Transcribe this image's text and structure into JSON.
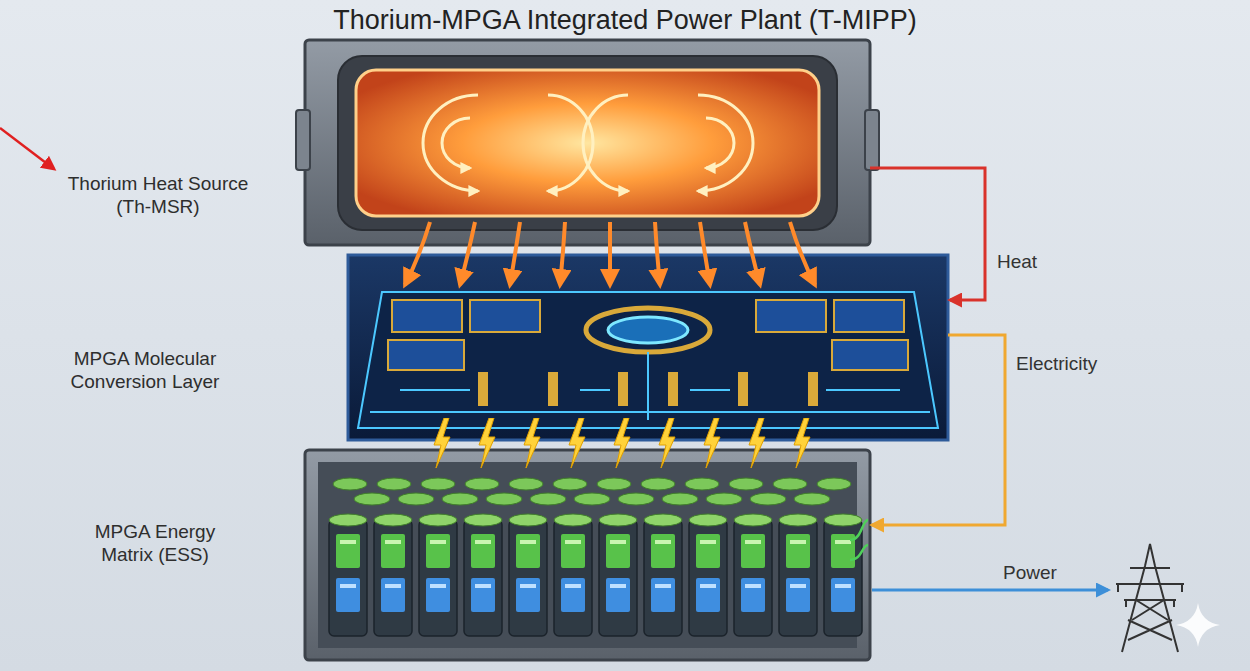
{
  "diagram": {
    "title": "Thorium-MPGA Integrated Power Plant (T-MIPP)",
    "nodes": [
      {
        "text": [
          "Thorium Heat Source (Th-MSR)"
        ]
      },
      {
        "text": [
          "MPGA Molecular Conversion Layer"
        ]
      },
      {
        "text": [
          "MPGA Energy Matrix (ESS)"
        ]
      }
    ],
    "edges": [
      {
        "from": 0,
        "to": 1,
        "label": "Heat",
        "arrow": "to"
      },
      {
        "from": 1,
        "to": 2,
        "label": "Electricity",
        "arrow": "to"
      }
    ],
    "labels": [
      "Power"
    ]
  }
}
